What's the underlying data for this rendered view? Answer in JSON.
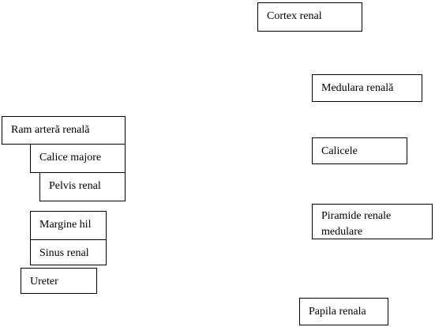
{
  "labels": {
    "cortex": "Cortex renal",
    "medulara": "Medulara renală",
    "calicele": "Calicele",
    "piramide": "Piramide renale medulare",
    "papila": "Papila renala",
    "ram_artera": "Ram arteră renală",
    "calice_majore": "Calice majore",
    "pelvis": "Pelvis renal",
    "margine_hil": "Margine hil",
    "sinus": "Sinus renal",
    "ureter": "Ureter"
  }
}
